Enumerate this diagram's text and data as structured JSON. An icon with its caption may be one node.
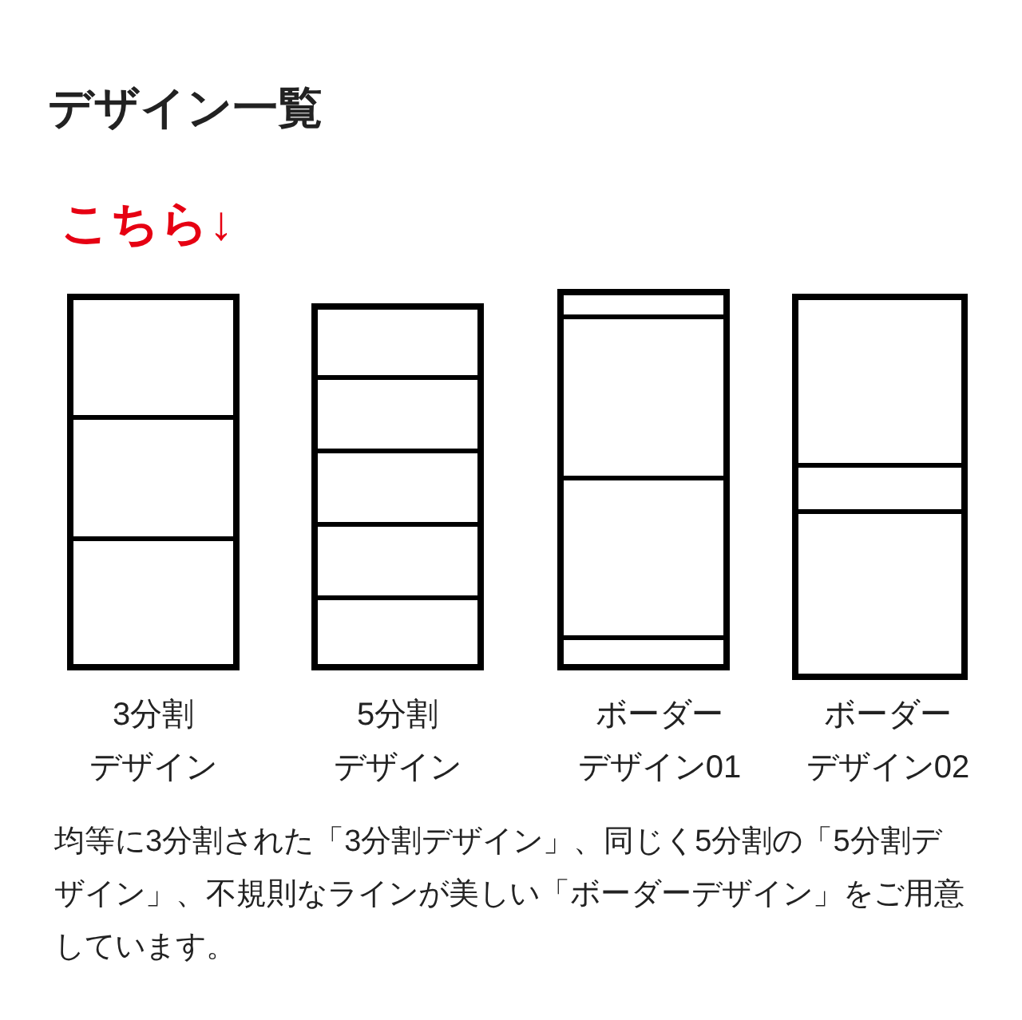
{
  "diagram": {
    "title": "デザイン一覧",
    "nodes": [
      {
        "text": [],
        "shape": "box",
        "beside": [
          "3分割デザイン"
        ]
      },
      {
        "text": [],
        "shape": "box",
        "beside": [
          "5分割デザイン"
        ]
      },
      {
        "text": [],
        "shape": "box",
        "beside": [
          "ボーダーデザイン01"
        ]
      },
      {
        "text": [],
        "shape": "box",
        "beside": [
          "ボーダーデザイン02"
        ]
      }
    ],
    "labels": [
      "こちら↓",
      "均等に3分割された「3分割デザイン」、同じく5分割の「5分割デザイン」、不規則なラインが美しい「ボーダーデザイン」をご用意しています。"
    ]
  }
}
